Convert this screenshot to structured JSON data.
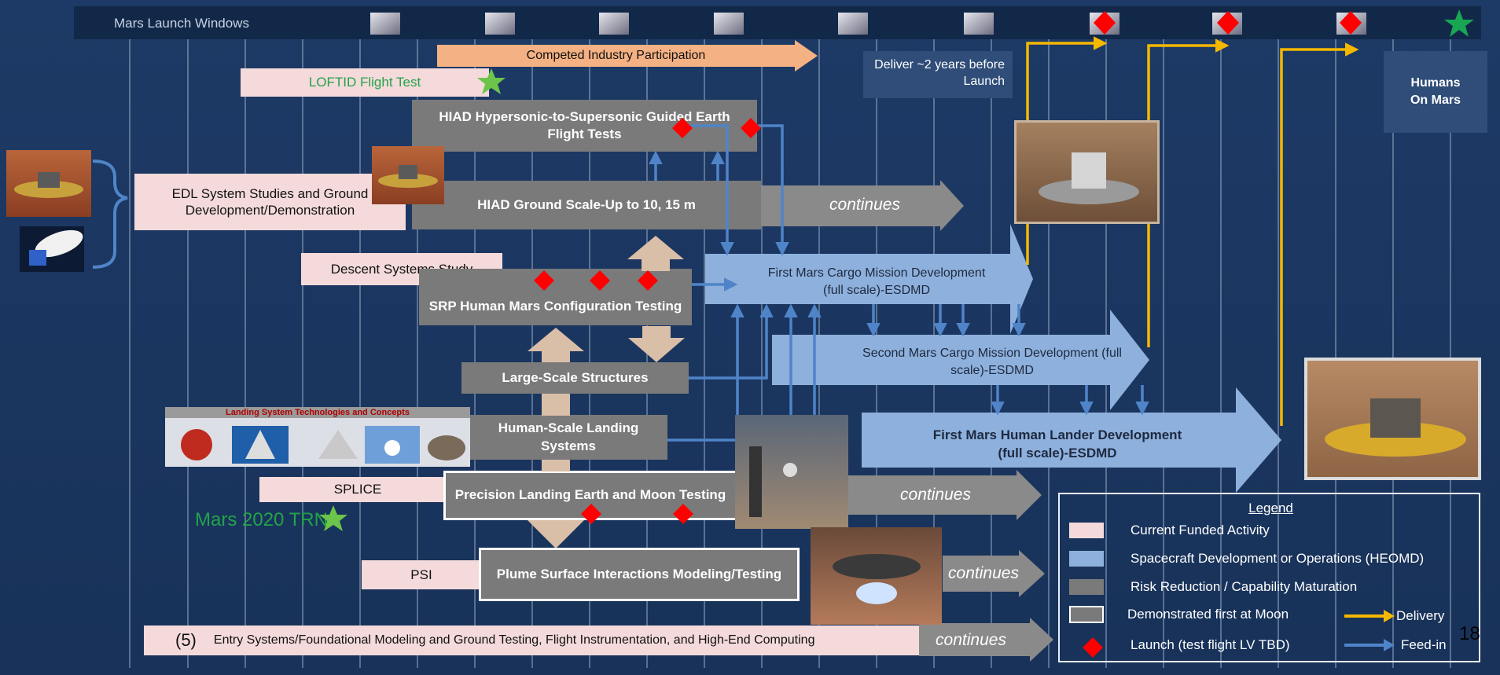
{
  "timeline": {
    "launch_windows_label": "Mars Launch Windows"
  },
  "activities": {
    "competed_industry": "Competed Industry Participation",
    "loftid": "LOFTID Flight Test",
    "hiad_flight_tests": "HIAD Hypersonic-to-Supersonic Guided Earth Flight Tests",
    "edl_studies": "EDL System Studies and Ground Development/Demonstration",
    "hiad_ground": "HIAD Ground Scale-Up to 10, 15 m",
    "descent_study": "Descent Systems Study",
    "srp_testing": "SRP Human Mars Configuration Testing",
    "large_structures": "Large-Scale Structures",
    "landing_tech_title": "Landing System Technologies and Concepts",
    "human_landing": "Human-Scale Landing Systems",
    "splice": "SPLICE",
    "precision_landing": "Precision Landing Earth and Moon Testing",
    "mars2020_trn": "Mars 2020 TRN",
    "psi": "PSI",
    "plume": "Plume Surface Interactions Modeling/Testing",
    "entry_systems_num": "(5)",
    "entry_systems": "Entry Systems/Foundational Modeling and Ground Testing, Flight Instrumentation, and High-End Computing",
    "continues": "continues"
  },
  "missions": {
    "cargo1": "First Mars Cargo Mission Development (full scale)-ESDMD",
    "cargo2": "Second Mars Cargo Mission Development (full scale)-ESDMD",
    "human_lander": "First Mars Human Lander Development (full scale)-ESDMD",
    "deliver_note": "Deliver ~2 years before Launch",
    "humans_on_mars": "Humans On Mars"
  },
  "legend": {
    "title": "Legend",
    "current_funded": "Current Funded Activity",
    "spacecraft_dev": "Spacecraft Development or Operations (HEOMD)",
    "risk_reduction": "Risk Reduction / Capability Maturation",
    "demonstrated_moon": "Demonstrated first at Moon",
    "launch": "Launch (test flight LV TBD)",
    "delivery": "Delivery",
    "feed_in": "Feed-in"
  },
  "page_number": "18",
  "colors": {
    "background": "#1b355f",
    "current_funded": "#f4dada",
    "spacecraft_dev": "#8eb0dc",
    "risk_reduction": "#7a7a7a",
    "launch": "#ff0000",
    "delivery": "#f5b800",
    "feed_in": "#4f84c8",
    "star_green": "#6cc44a",
    "star_dark_green": "#19a653"
  }
}
